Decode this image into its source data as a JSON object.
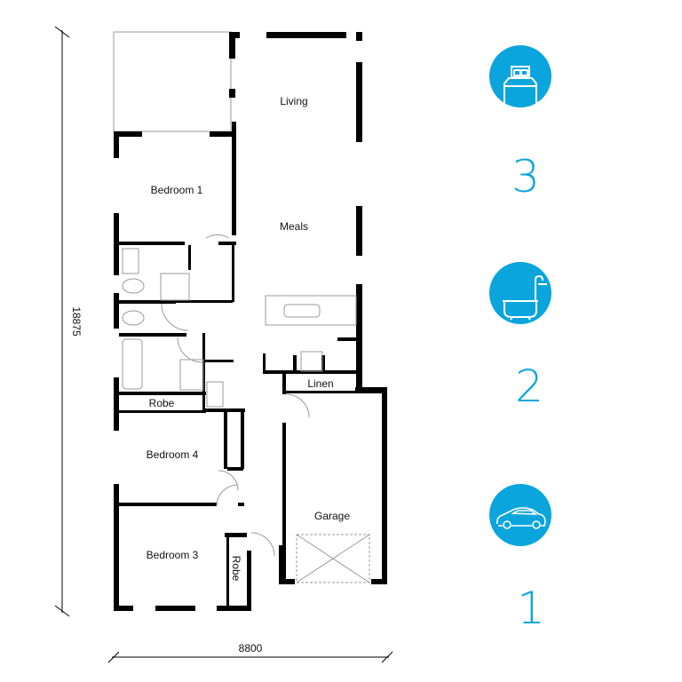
{
  "plan": {
    "rooms": {
      "living": "Living",
      "meals": "Meals",
      "bedroom1": "Bedroom 1",
      "bedroom4": "Bedroom 4",
      "bedroom3": "Bedroom 3",
      "robe_top": "Robe",
      "robe_side": "Robe",
      "linen": "Linen",
      "garage": "Garage"
    },
    "dimensions": {
      "depth": "18875",
      "width": "8800"
    }
  },
  "features": {
    "accent": "#0aa5dc",
    "items": [
      {
        "icon": "bed-icon",
        "count": "3"
      },
      {
        "icon": "bathtub-icon",
        "count": "2"
      },
      {
        "icon": "car-icon",
        "count": "1"
      }
    ]
  }
}
